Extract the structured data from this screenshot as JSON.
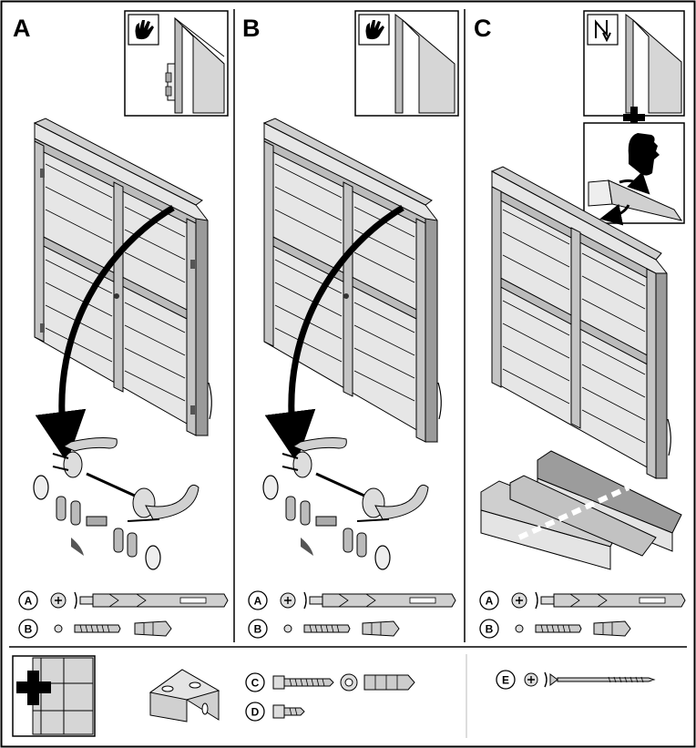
{
  "panels": {
    "a": {
      "letter": "A",
      "key_top": "A",
      "key_bottom": "B"
    },
    "b": {
      "letter": "B",
      "key_top": "A",
      "key_bottom": "B"
    },
    "c": {
      "letter": "C",
      "key_top": "A",
      "key_bottom": "B"
    }
  },
  "bottom": {
    "key_c": "C",
    "key_d": "D",
    "key_e": "E"
  },
  "icons": {
    "hand_door": "hand-wave-icon",
    "bracket_cut": "zigzag-arrow-icon",
    "plus": "plus-icon",
    "gloved_hand": "hand-icon"
  },
  "colors": {
    "frame": "#c9c9c9",
    "frame_dark": "#9a9a9a",
    "line": "#000000"
  }
}
